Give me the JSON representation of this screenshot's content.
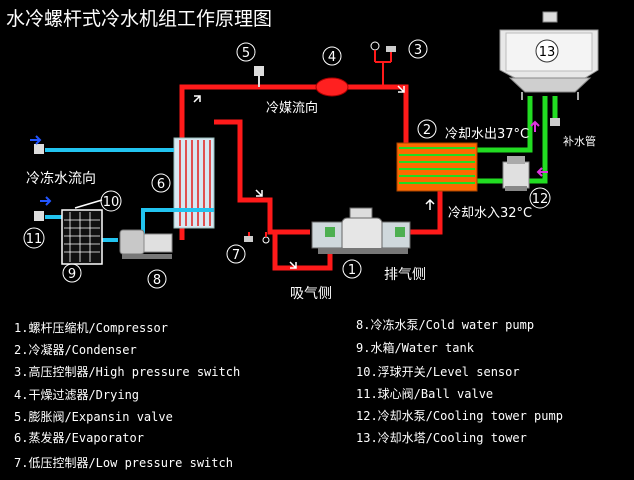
{
  "title": "水冷螺杆式冷水机组工作原理图",
  "labels": {
    "refrigerant_flow": "冷媒流向",
    "chilled_water_flow": "冷冻水流向",
    "cooling_water_out": "冷却水出37°C",
    "cooling_water_in": "冷却水入32°C",
    "makeup_water": "补水管",
    "suction_side": "吸气侧",
    "discharge_side": "排气侧"
  },
  "markers": [
    "1",
    "2",
    "3",
    "4",
    "5",
    "6",
    "7",
    "8",
    "9",
    "10",
    "11",
    "12",
    "13"
  ],
  "legend": [
    "1.螺杆压缩机/Compressor",
    "2.冷凝器/Condenser",
    "3.高压控制器/High pressure switch",
    "4.干燥过滤器/Drying",
    "5.膨胀阀/Expansin valve",
    "6.蒸发器/Evaporator",
    "7.低压控制器/Low pressure switch",
    "8.冷冻水泵/Cold water pump",
    "9.水箱/Water tank",
    "10.浮球开关/Level sensor",
    "11.球心阀/Ball valve",
    "12.冷却水泵/Cooling tower pump",
    "13.冷却水塔/Cooling tower"
  ],
  "colors": {
    "refrigerant_pipe": "#ff1a1a",
    "chilled_water_pipe": "#22c4f0",
    "cooling_water_pipe": "#22dd22",
    "arrow_blue": "#2255ff",
    "arrow_magenta": "#dd33dd",
    "background": "#000000"
  }
}
